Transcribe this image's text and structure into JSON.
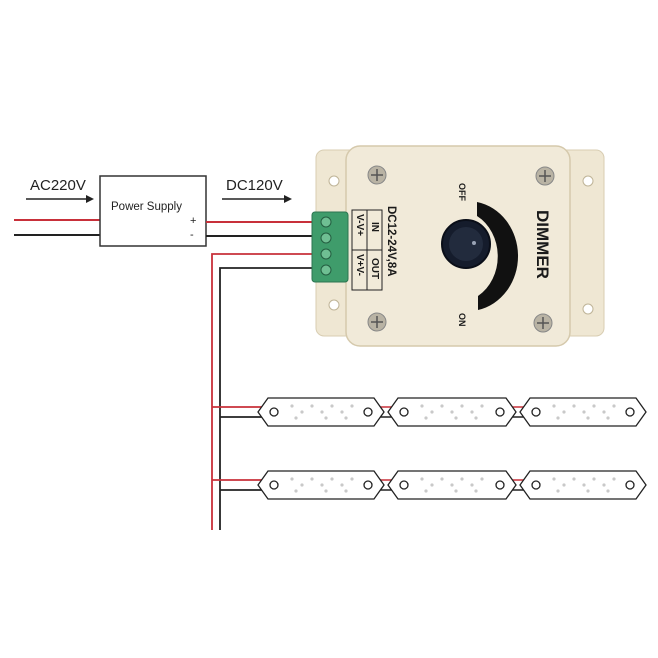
{
  "labels": {
    "ac_input": "AC220V",
    "dc_output": "DC120V",
    "power_supply": "Power Supply",
    "plus": "+",
    "minus": "-"
  },
  "dimmer": {
    "title": "DIMMER",
    "rating": "DC12-24V,8A",
    "in_label": "IN",
    "out_label": "OUT",
    "in_terminals": "V-V+",
    "out_terminals": "V+V-",
    "off_label": "OFF",
    "on_label": "ON"
  },
  "colors": {
    "red_wire": "#c8303a",
    "black_wire": "#222222",
    "housing": "#f1ead9",
    "terminal_block": "#3f9c6b",
    "knob": "#151c2c"
  },
  "strips": {
    "rows": 2,
    "segments_per_row": 3
  }
}
